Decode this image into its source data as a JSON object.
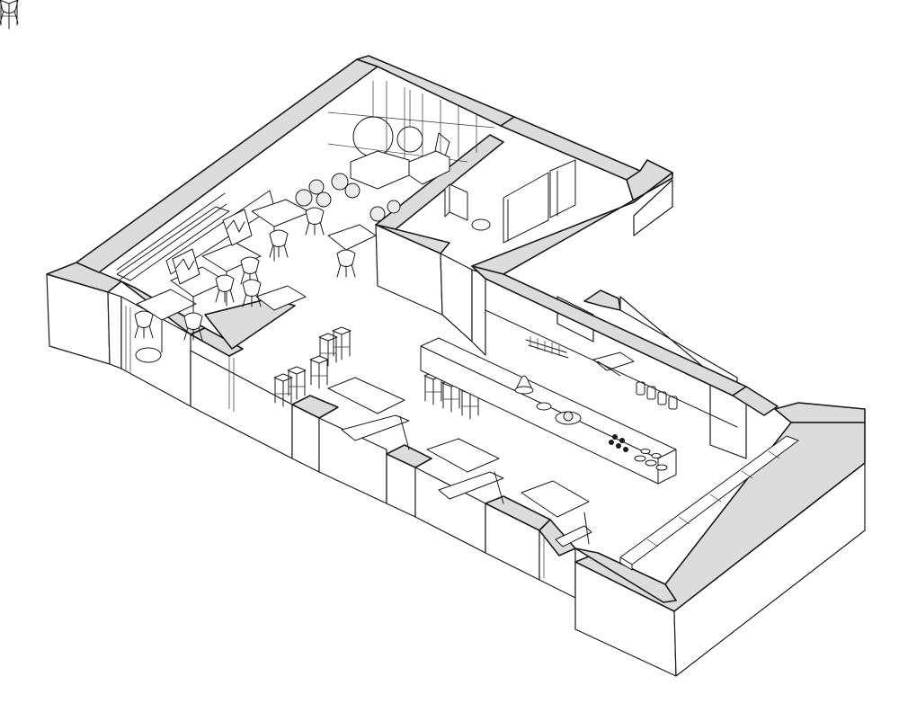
{
  "figure": {
    "kind": "isometric-floor-plan",
    "style": "line-drawing",
    "colors": {
      "background": "#ffffff",
      "wall_cut": "#dcdcdc",
      "outline": "#1a1a1a"
    },
    "zones": [
      {
        "id": "dining-area",
        "contents": [
          "tables",
          "shell-chairs",
          "bench-seating",
          "pendant-lamps",
          "planters"
        ]
      },
      {
        "id": "booth-row",
        "contents": [
          "booths",
          "bar-stools"
        ]
      },
      {
        "id": "service-counter",
        "contents": [
          "counter",
          "display-trays",
          "bar-stools"
        ]
      },
      {
        "id": "back-room",
        "contents": [
          "door",
          "partitions"
        ]
      },
      {
        "id": "front-window",
        "contents": [
          "window-bench"
        ]
      }
    ]
  }
}
